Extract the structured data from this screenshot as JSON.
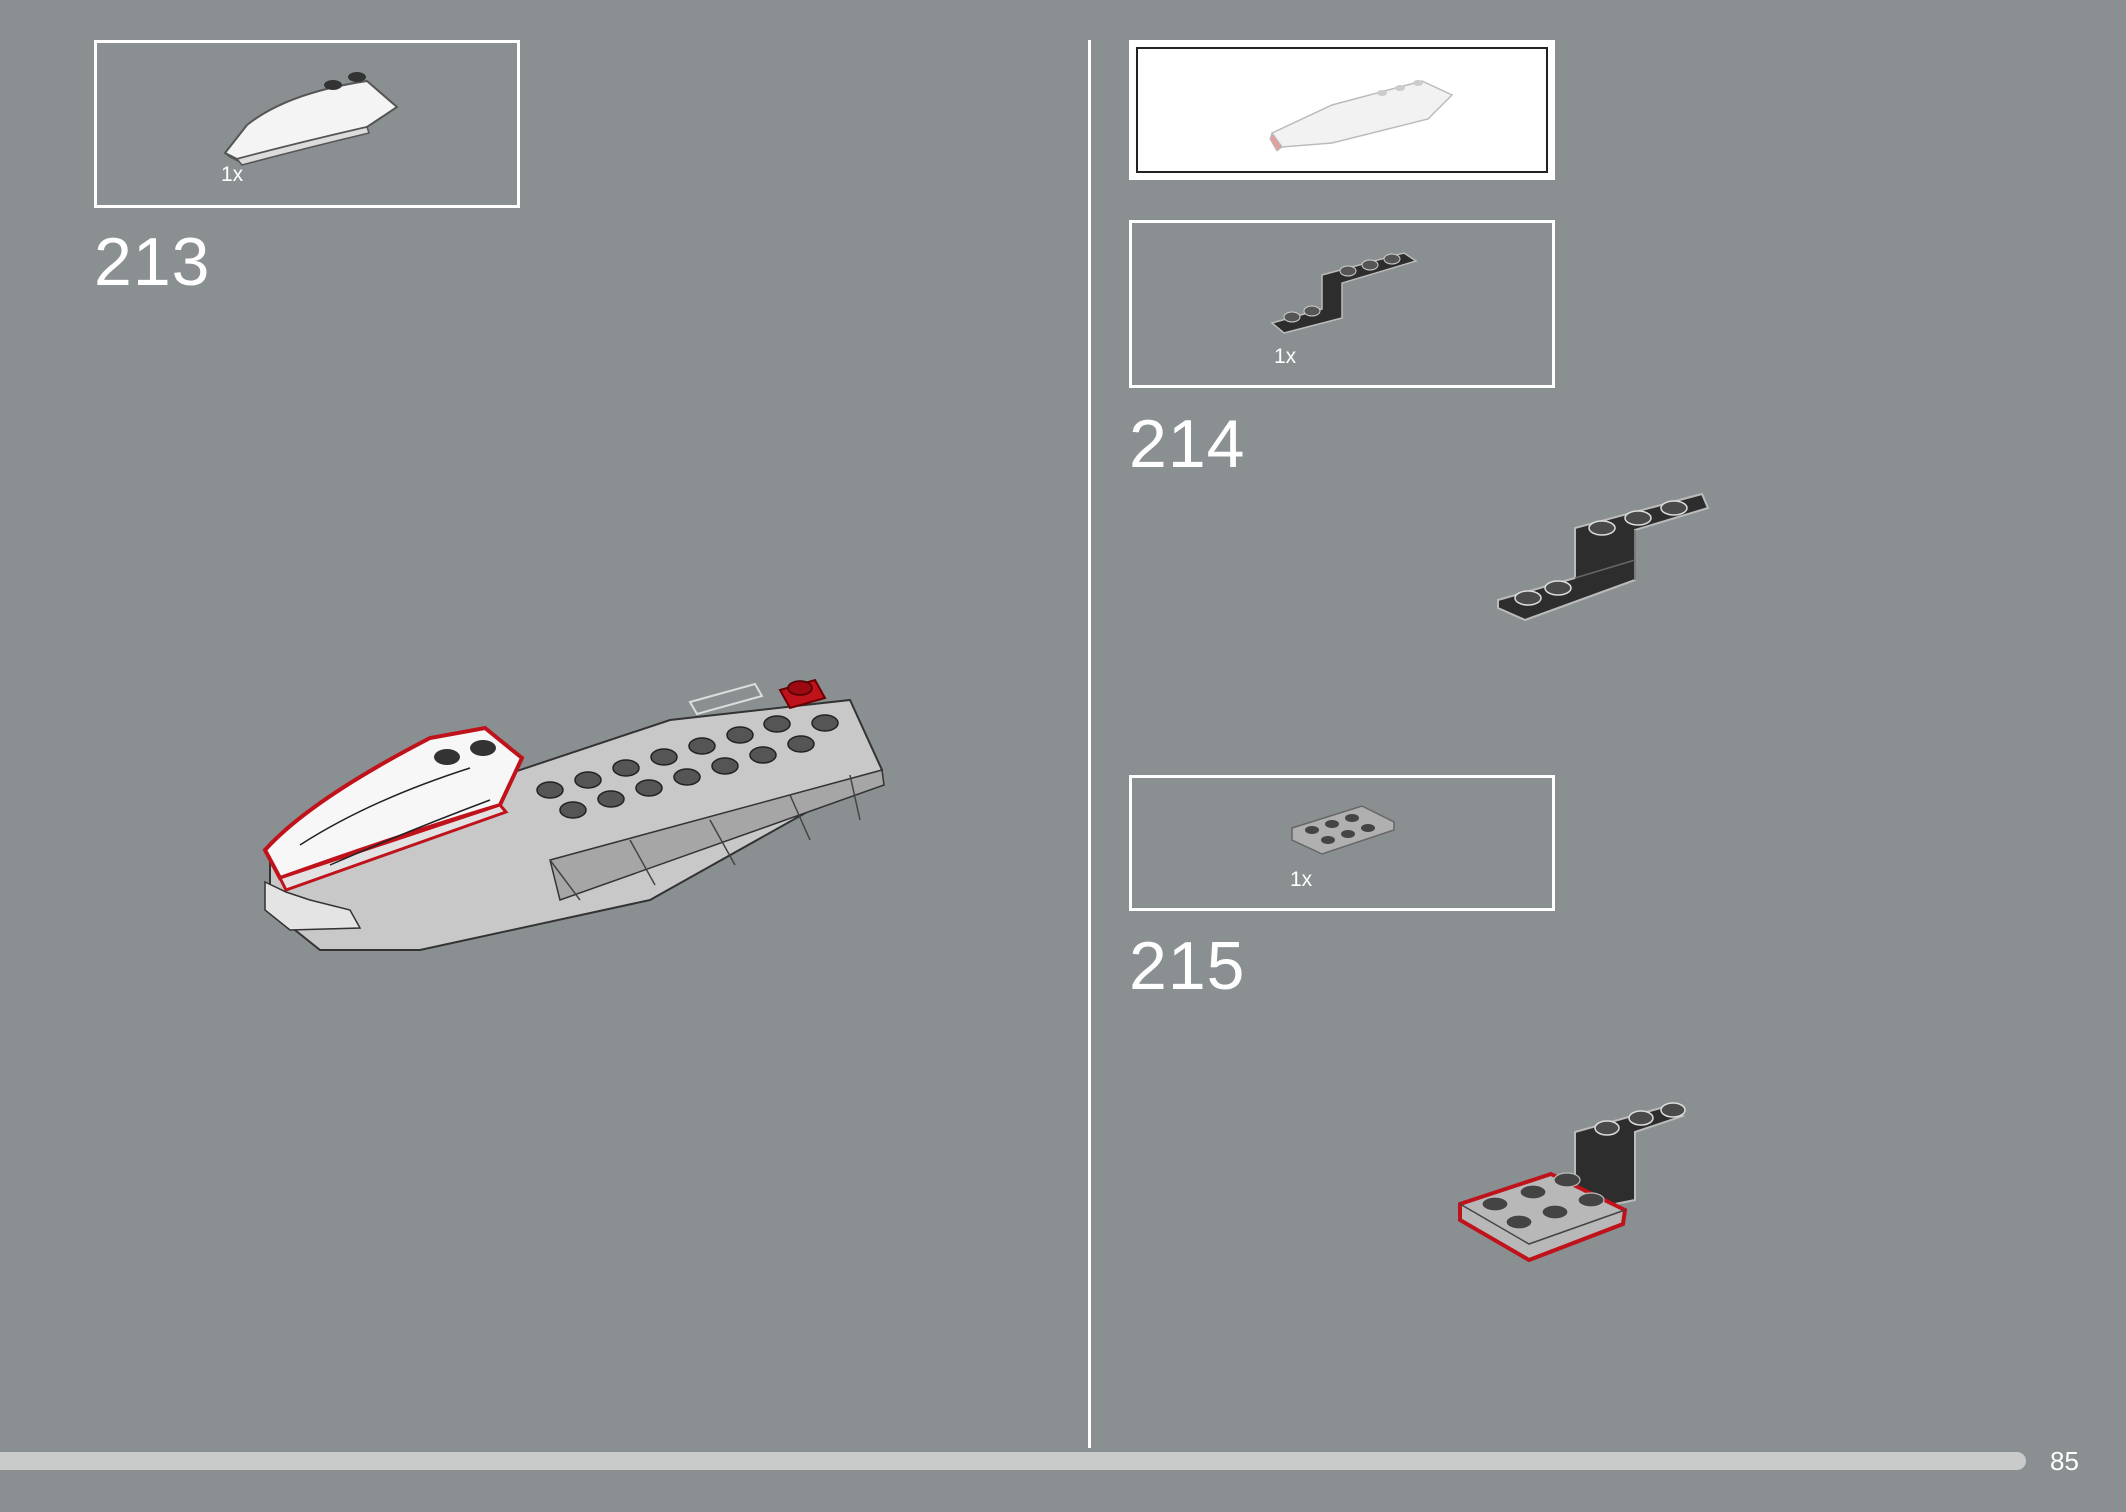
{
  "steps": [
    {
      "number": "213",
      "parts": [
        {
          "qty": "1x",
          "part": "white-wedge-plate-icon"
        }
      ]
    },
    {
      "number": "214",
      "parts": [
        {
          "qty": "1x",
          "part": "black-bracket-plate-icon"
        }
      ]
    },
    {
      "number": "215",
      "parts": [
        {
          "qty": "1x",
          "part": "grey-2x3-plate-icon"
        }
      ]
    }
  ],
  "page": {
    "number": "85"
  },
  "colors": {
    "background": "#8a9092",
    "frame": "#ffffff",
    "highlight": "#c0121b",
    "progress_track": "#c9cbcb"
  }
}
